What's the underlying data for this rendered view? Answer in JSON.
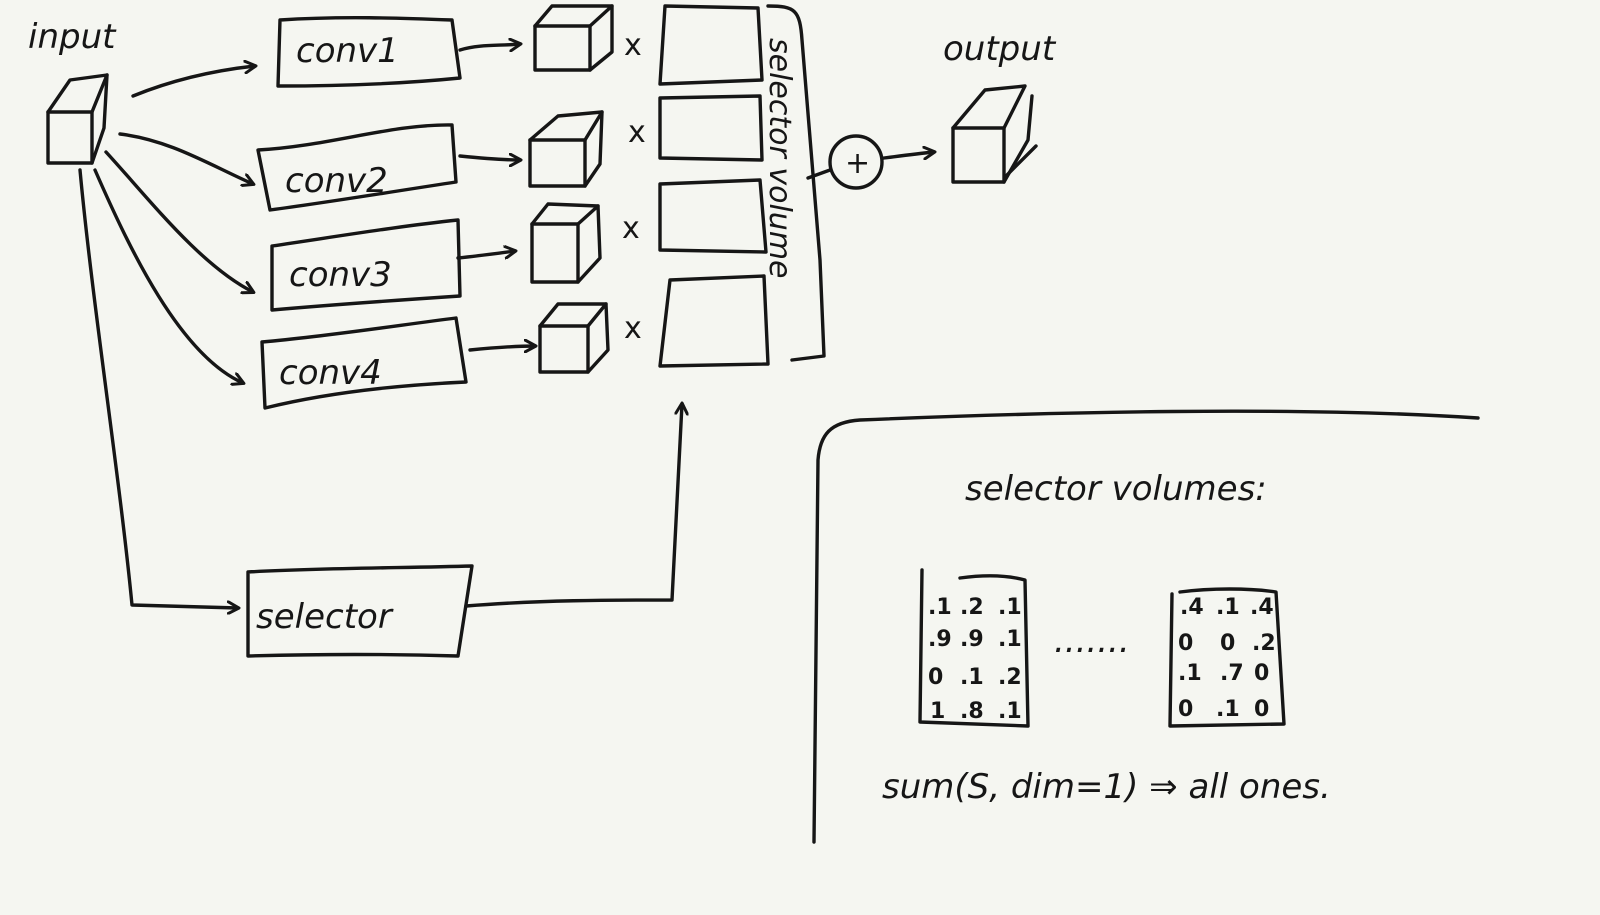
{
  "labels": {
    "input": "input",
    "output": "output",
    "selector_volume": "selector volume",
    "plus": "+",
    "times": "x"
  },
  "conv_blocks": [
    {
      "label": "conv1"
    },
    {
      "label": "conv2"
    },
    {
      "label": "conv3"
    },
    {
      "label": "conv4"
    }
  ],
  "selector_block": {
    "label": "selector"
  },
  "notes": {
    "title": "selector volumes:",
    "ellipsis": ".......",
    "equation": "sum(S, dim=1) ⇒ all ones."
  },
  "matrices": [
    {
      "rows": [
        [
          ".1",
          ".2",
          ".1"
        ],
        [
          ".9",
          ".9",
          ".1"
        ],
        [
          "0",
          ".1",
          ".2"
        ],
        [
          "1",
          ".8",
          ".1"
        ]
      ]
    },
    {
      "rows": [
        [
          ".4",
          ".1",
          ".4"
        ],
        [
          "0",
          "0",
          ".2"
        ],
        [
          ".1",
          ".7",
          "0"
        ],
        [
          "0",
          ".1",
          "0"
        ]
      ]
    }
  ],
  "ink_color": "#161616",
  "background_color": "#f5f6f1"
}
